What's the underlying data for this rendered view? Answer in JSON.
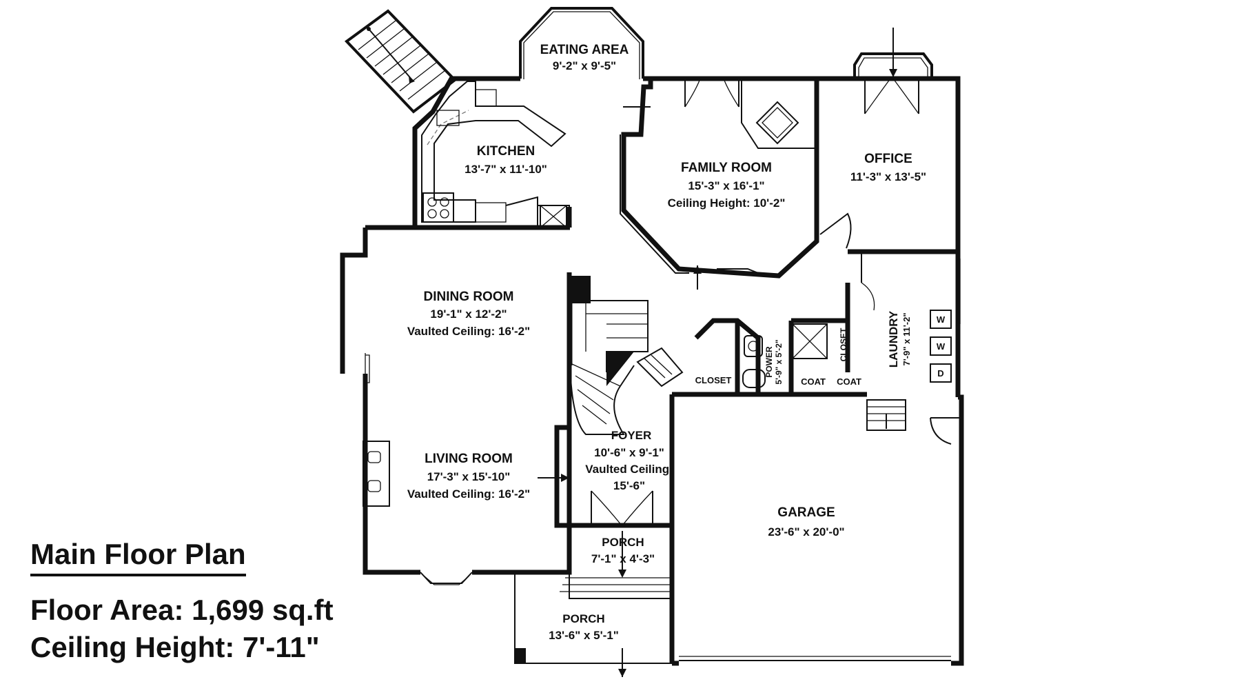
{
  "summary": {
    "title": "Main Floor Plan",
    "floor_area": "Floor Area: 1,699 sq.ft",
    "ceiling_height": "Ceiling Height: 7'-11\""
  },
  "rooms": {
    "eating_area": {
      "name": "EATING AREA",
      "dims": "9'-2\" x 9'-5\""
    },
    "kitchen": {
      "name": "KITCHEN",
      "dims": "13'-7\" x 11'-10\""
    },
    "family_room": {
      "name": "FAMILY ROOM",
      "dims": "15'-3\" x 16'-1\"",
      "note": "Ceiling Height: 10'-2\""
    },
    "office": {
      "name": "OFFICE",
      "dims": "11'-3\" x 13'-5\""
    },
    "dining_room": {
      "name": "DINING ROOM",
      "dims": "19'-1\" x 12'-2\"",
      "note": "Vaulted Ceiling: 16'-2\""
    },
    "living_room": {
      "name": "LIVING ROOM",
      "dims": "17'-3\" x 15'-10\"",
      "note": "Vaulted Ceiling: 16'-2\""
    },
    "foyer": {
      "name": "FOYER",
      "dims": "10'-6\" x 9'-1\"",
      "note1": "Vaulted Ceiling:",
      "note2": "15'-6\""
    },
    "porch_front": {
      "name": "PORCH",
      "dims": "7'-1\" x 4'-3\""
    },
    "porch_lower": {
      "name": "PORCH",
      "dims": "13'-6\" x 5'-1\""
    },
    "garage": {
      "name": "GARAGE",
      "dims": "23'-6\" x 20'-0\""
    },
    "laundry": {
      "name": "LAUNDRY",
      "dims": "7'-9\" x 11'-2\""
    },
    "power": {
      "name": "POWER",
      "dims": "5'-9\" x 5'-2\""
    },
    "closet_main": {
      "name": "CLOSET"
    },
    "closet_small": {
      "name": "CLOSET"
    },
    "coat_1": {
      "name": "COAT"
    },
    "coat_2": {
      "name": "COAT"
    }
  },
  "appliances": {
    "washer_1": "W",
    "washer_2": "W",
    "dryer": "D"
  },
  "colors": {
    "walls": "#111111",
    "background": "#ffffff"
  }
}
